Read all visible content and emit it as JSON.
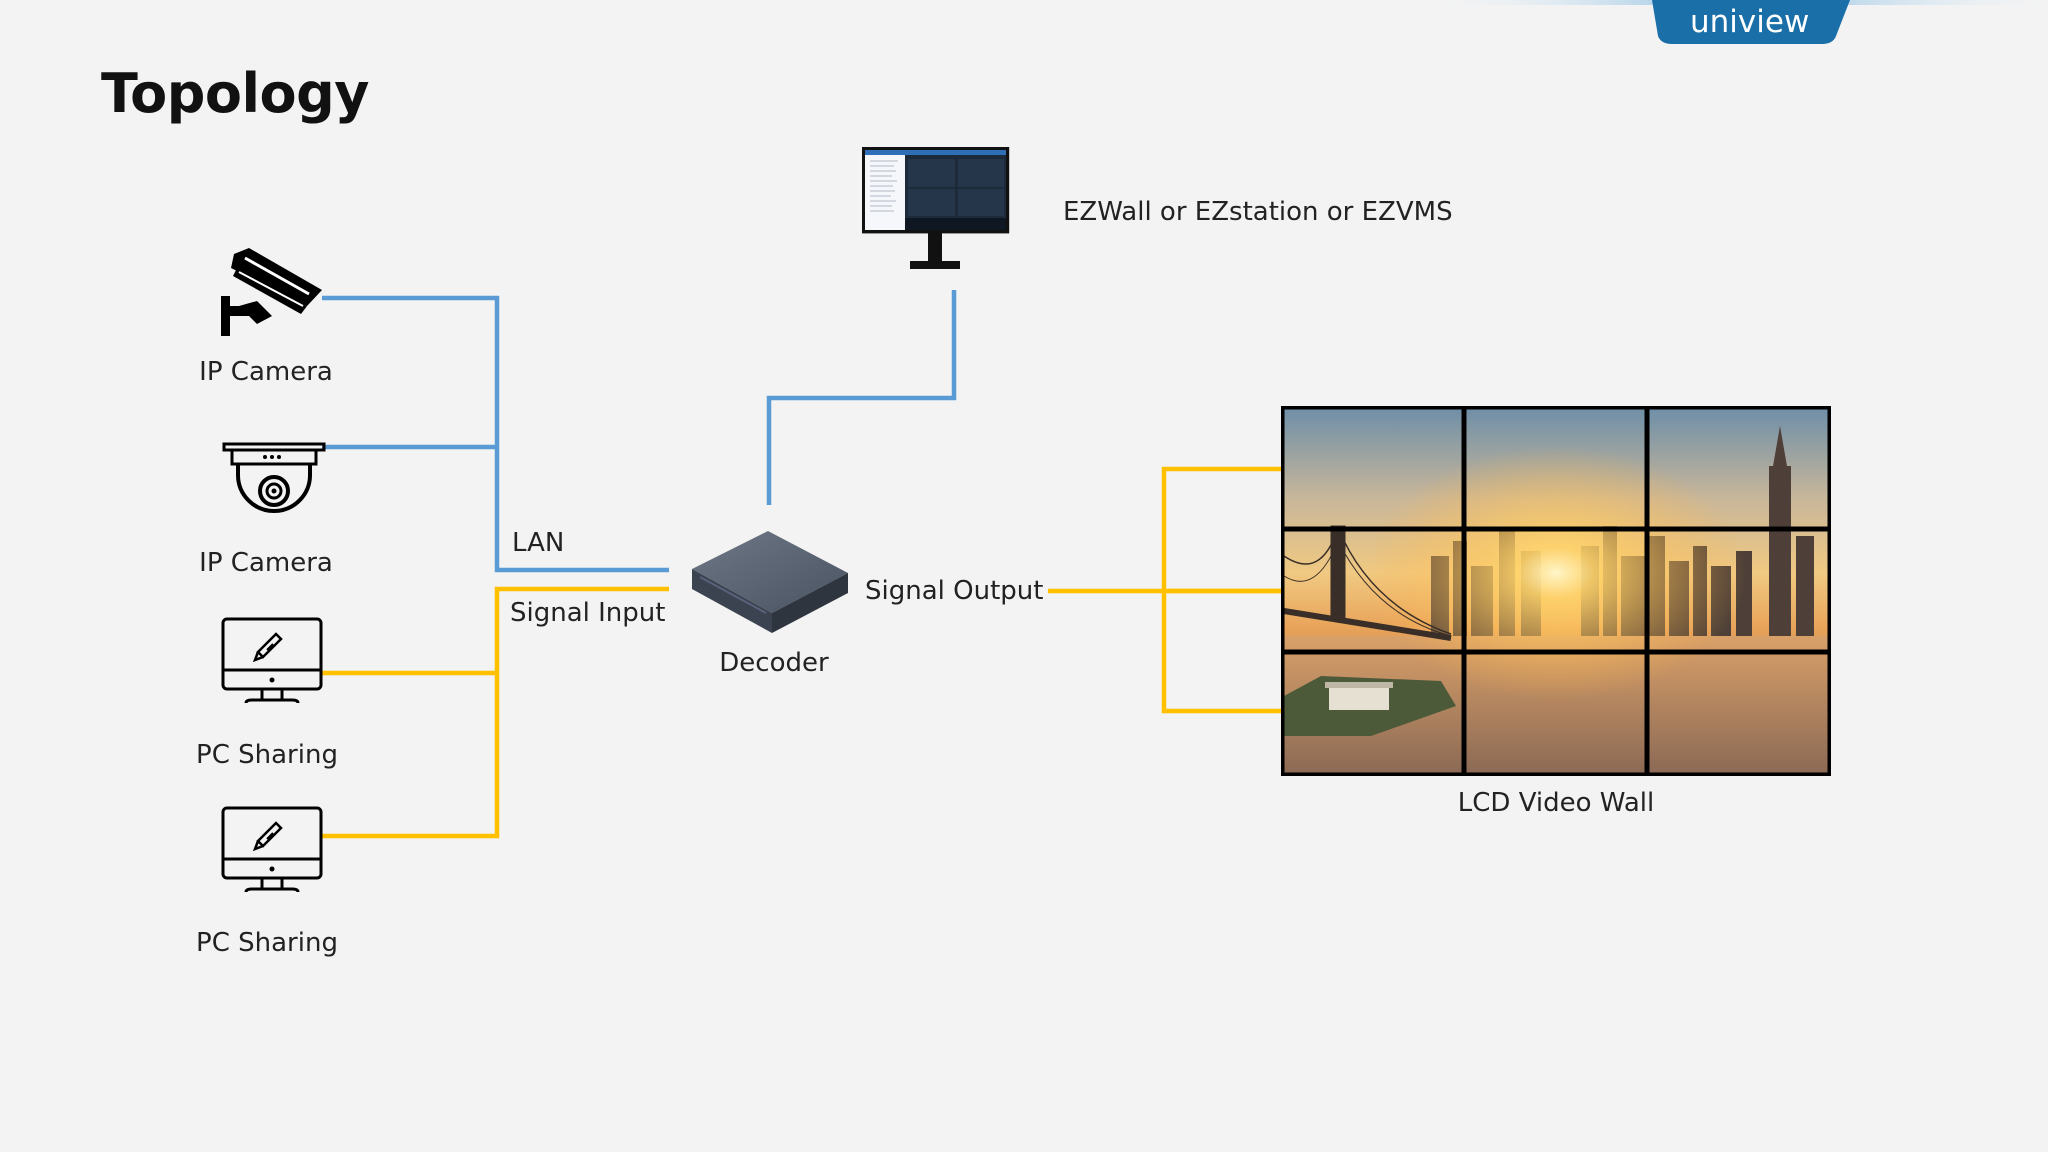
{
  "slide": {
    "title": "Topology",
    "brand": "uniview"
  },
  "colors": {
    "lan": "#5b9bd5",
    "signal": "#ffc000",
    "brand": "#1a6fa8",
    "background": "#f3f3f3"
  },
  "devices": {
    "camera_bullet": {
      "label": "IP Camera",
      "icon": "bullet-camera-icon"
    },
    "camera_dome": {
      "label": "IP Camera",
      "icon": "dome-camera-icon"
    },
    "pc_1": {
      "label": "PC Sharing",
      "icon": "monitor-pen-icon"
    },
    "pc_2": {
      "label": "PC Sharing",
      "icon": "monitor-pen-icon"
    },
    "decoder": {
      "label": "Decoder",
      "icon": "decoder-box-icon"
    },
    "client": {
      "label": "EZWall or EZstation or EZVMS",
      "icon": "desktop-monitor-icon"
    },
    "video_wall": {
      "label": "LCD Video Wall",
      "grid": "3x3"
    }
  },
  "links": {
    "lan": "LAN",
    "signal_input": "Signal Input",
    "signal_output": "Signal Output"
  }
}
